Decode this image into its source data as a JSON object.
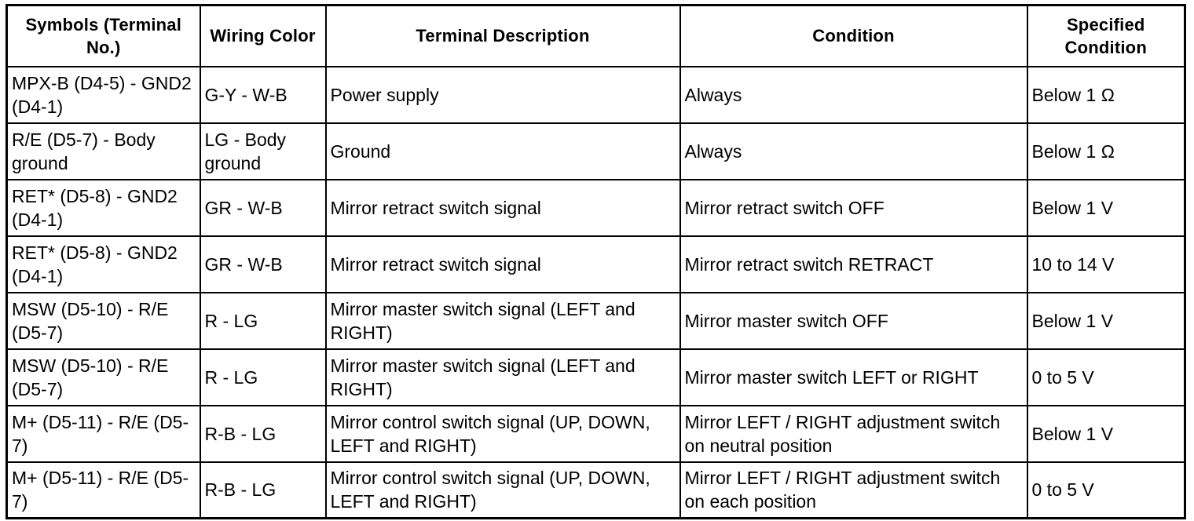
{
  "headers": {
    "symbols": "Symbols (Terminal No.)",
    "wiring_color": "Wiring Color",
    "terminal_description": "Terminal Description",
    "condition": "Condition",
    "specified_condition": "Specified Condition"
  },
  "rows": [
    {
      "symbols": "MPX-B (D4-5) - GND2 (D4-1)",
      "wiring_color": "G-Y - W-B",
      "terminal_description": "Power supply",
      "condition": "Always",
      "specified_condition": "Below 1 Ω"
    },
    {
      "symbols": "R/E (D5-7) - Body ground",
      "wiring_color": "LG - Body ground",
      "terminal_description": "Ground",
      "condition": "Always",
      "specified_condition": "Below 1 Ω"
    },
    {
      "symbols": "RET* (D5-8) - GND2 (D4-1)",
      "wiring_color": "GR - W-B",
      "terminal_description": "Mirror retract switch signal",
      "condition": "Mirror retract switch OFF",
      "specified_condition": "Below 1 V"
    },
    {
      "symbols": "RET* (D5-8) - GND2 (D4-1)",
      "wiring_color": "GR - W-B",
      "terminal_description": "Mirror retract switch signal",
      "condition": "Mirror retract switch RETRACT",
      "specified_condition": "10 to 14 V"
    },
    {
      "symbols": "MSW (D5-10) - R/E (D5-7)",
      "wiring_color": "R - LG",
      "terminal_description": "Mirror master switch signal (LEFT and RIGHT)",
      "condition": "Mirror master switch OFF",
      "specified_condition": "Below 1 V"
    },
    {
      "symbols": "MSW (D5-10) - R/E (D5-7)",
      "wiring_color": "R - LG",
      "terminal_description": "Mirror master switch signal (LEFT and RIGHT)",
      "condition": "Mirror master switch LEFT or RIGHT",
      "specified_condition": "0 to 5 V"
    },
    {
      "symbols": "M+ (D5-11) - R/E (D5-7)",
      "wiring_color": "R-B - LG",
      "terminal_description": "Mirror control switch signal (UP, DOWN, LEFT and RIGHT)",
      "condition": "Mirror LEFT / RIGHT adjustment switch on neutral position",
      "specified_condition": "Below 1 V"
    },
    {
      "symbols": "M+ (D5-11) - R/E (D5-7)",
      "wiring_color": "R-B - LG",
      "terminal_description": "Mirror control switch signal (UP, DOWN, LEFT and RIGHT)",
      "condition": "Mirror LEFT / RIGHT adjustment switch on each position",
      "specified_condition": "0 to 5 V"
    }
  ]
}
